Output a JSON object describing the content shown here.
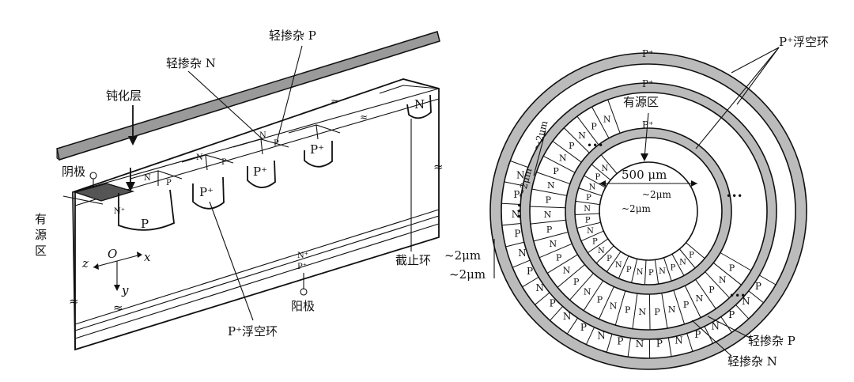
{
  "left": {
    "passivation": "钝化层",
    "light_n": "轻掺杂 N",
    "light_p": "轻掺杂 P",
    "cathode": "阴极",
    "active_region": [
      "有",
      "源",
      "区"
    ],
    "origin": "O",
    "axis_x": "x",
    "axis_y": "y",
    "axis_z": "z",
    "stop_ring": "截止环",
    "anode": "阳极",
    "float_ring": "P⁺浮空环",
    "p_region": "P",
    "n_plus": "N⁺",
    "p_plus": "P⁺",
    "n": "N",
    "p": "P"
  },
  "right": {
    "p_plus": "P⁺",
    "float_ring": "P⁺浮空环",
    "active_region": "有源区",
    "diameter": "500 μm",
    "spacing": "~2μm",
    "spacing_tilde": "～2μm",
    "light_p": "轻掺杂 P",
    "light_n": "轻掺杂 N",
    "dots": "•••",
    "seg_p": "P",
    "seg_n": "N"
  }
}
